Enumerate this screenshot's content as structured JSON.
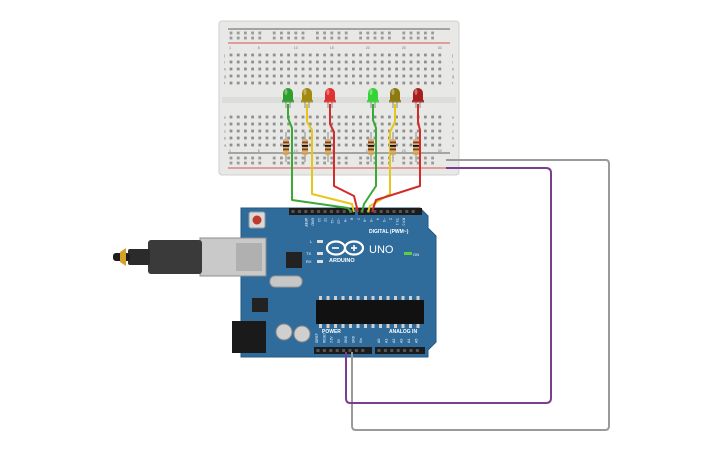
{
  "board": {
    "brand": "ARDUINO",
    "model": "UNO",
    "digital_label": "DIGITAL (PWM~)",
    "power_label": "POWER",
    "analog_label": "ANALOG IN",
    "on_label": "ON",
    "tx_label": "TX",
    "rx_label": "RX",
    "l_label": "L",
    "aref_label": "AREF",
    "gnd_label": "GND",
    "top_pins": [
      "13",
      "12",
      "~11",
      "~10",
      "~9",
      "8",
      "7",
      "~6",
      "~5",
      "4",
      "~3",
      "2",
      "TX 1",
      "RX 0"
    ],
    "power_pins": [
      "IOREF",
      "RESET",
      "3.3V",
      "5V",
      "GND",
      "GND",
      "Vin"
    ],
    "analog_pins": [
      "A0",
      "A1",
      "A2",
      "A3",
      "A4",
      "A5"
    ]
  },
  "breadboard": {
    "row_letters_top": [
      "j",
      "i",
      "h",
      "g",
      "f"
    ],
    "row_letters_bottom": [
      "e",
      "d",
      "c",
      "b",
      "a"
    ],
    "column_numbers": [
      "1",
      "5",
      "10",
      "15",
      "20",
      "25",
      "30"
    ]
  },
  "leds": [
    {
      "name": "green",
      "color": "#2e9e2e"
    },
    {
      "name": "yellow",
      "color": "#a08a10"
    },
    {
      "name": "red",
      "color": "#e03030"
    },
    {
      "name": "green-bright",
      "color": "#35d335"
    },
    {
      "name": "yellow-dark",
      "color": "#8c7a10"
    },
    {
      "name": "red-dark",
      "color": "#a81e1e"
    }
  ],
  "wire_colors": {
    "green": "#3aa935",
    "yellow": "#e6c619",
    "red": "#d42a2a",
    "purple": "#7b3d8f",
    "gray": "#9a9a9a"
  }
}
